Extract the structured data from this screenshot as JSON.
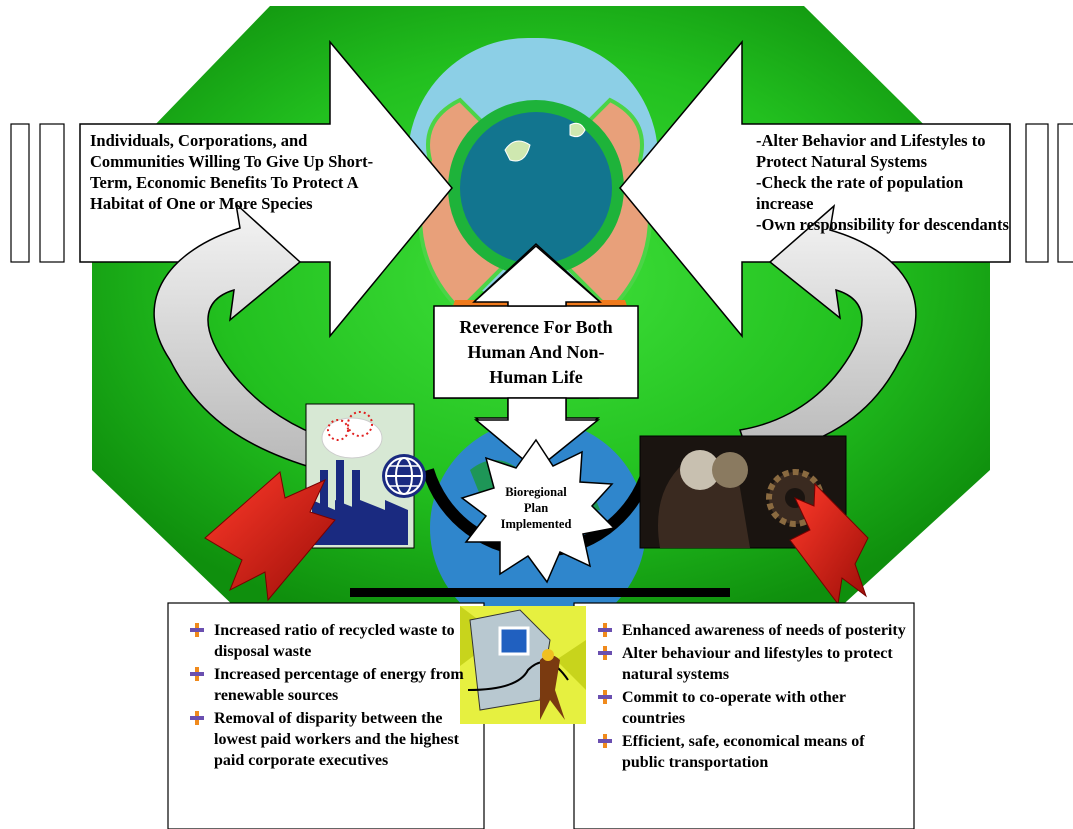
{
  "left_arrow": {
    "text": "Individuals, Corporations, and Communities Willing To Give Up Short-Term, Economic Benefits To Protect A Habitat of One or More Species"
  },
  "right_arrow": {
    "lines": [
      "-Alter Behavior and Lifestyles to Protect Natural Systems",
      "-Check the rate of population increase",
      "-Own responsibility for descendants"
    ]
  },
  "center_box": {
    "text": "Reverence For Both Human And Non-Human Life"
  },
  "burst": {
    "text": "Bioregional Plan Implemented"
  },
  "left_list": {
    "items": [
      "Increased ratio of recycled waste to disposal waste",
      "Increased percentage of energy from renewable sources",
      "Removal of disparity between the lowest paid workers and the highest paid corporate executives"
    ]
  },
  "right_list": {
    "items": [
      "Enhanced awareness of needs of posterity",
      "Alter behaviour and lifestyles to protect natural systems",
      "Commit to co-operate with other countries",
      "Efficient, safe, economical means of public transportation"
    ]
  },
  "icons": {
    "earth_in_hands": "earth-in-hands-icon",
    "factory": "factory-icon",
    "globe": "globe-icon",
    "gears_head": "gears-head-icon",
    "computer": "computer-icon",
    "bullet": "bullet-cross-icon"
  },
  "colors": {
    "octagon": "#22c01f",
    "octagon_dark": "#129a10",
    "red_arrow": "#d9211a",
    "gray_arrow": "#d0d0d0",
    "earth_blue": "#1e6fb0",
    "skin": "#e8a07a"
  }
}
